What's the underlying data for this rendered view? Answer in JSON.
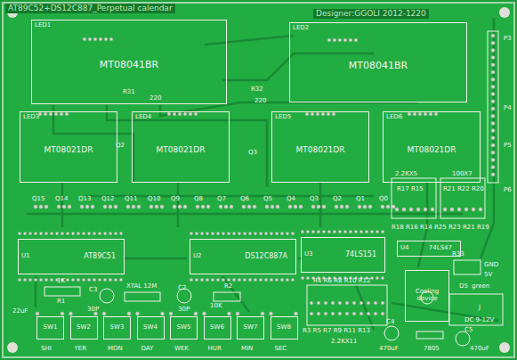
{
  "diagram": {
    "title": "AT89C52+DS12C887_Perpetual calendar",
    "nodes": [
      {
        "text": [
          "LED1",
          "MT08041BR"
        ]
      },
      {
        "text": [
          "LED2",
          "MT08041BR"
        ]
      },
      {
        "text": [
          "LED3",
          "MT08021DR"
        ]
      },
      {
        "text": [
          "LED4",
          "MT08021DR"
        ]
      },
      {
        "text": [
          "LED5",
          "MT08021DR"
        ]
      },
      {
        "text": [
          "LED6",
          "MT08021DR"
        ]
      },
      {
        "text": [
          "U1",
          "AT89C51"
        ]
      },
      {
        "text": [
          "U2",
          "DS12C887A"
        ]
      },
      {
        "text": [
          "U3",
          "74LS151"
        ]
      },
      {
        "text": [
          "U4",
          "74LS47"
        ]
      },
      {
        "text": [
          "Cooling device"
        ]
      },
      {
        "text": [
          "SW1"
        ]
      },
      {
        "text": [
          "SW2"
        ]
      },
      {
        "text": [
          "SW3"
        ]
      },
      {
        "text": [
          "SW4"
        ]
      },
      {
        "text": [
          "SW5"
        ]
      },
      {
        "text": [
          "SW6"
        ]
      },
      {
        "text": [
          "SW7"
        ]
      },
      {
        "text": [
          "SW8"
        ]
      }
    ],
    "labels": [
      "Designer:GGOLI 2012-1220",
      "R31",
      "220",
      "R32",
      "220",
      "Q2",
      "Q3",
      "Q15",
      "Q14",
      "Q13",
      "Q12",
      "Q11",
      "Q10",
      "Q9",
      "Q8",
      "Q7",
      "Q6",
      "Q5",
      "Q4",
      "Q3",
      "Q2",
      "Q1",
      "Q0",
      "2.2KX5",
      "R17 R15",
      "100X7",
      "R21 R22 R20",
      "R18 R16 R14 R25 R23 R21 R19",
      "R33",
      "P3",
      "P4",
      "P5",
      "P6",
      "GND",
      "5V",
      "D5",
      "green",
      "22uF",
      "1K",
      "R1",
      "C3",
      "30P",
      "XTAL 12M",
      "C2",
      "30P",
      "R2",
      "10K",
      "R4 R6 R8 R10 R12",
      "R3 R5 R7 R9 R11 R13",
      "2.2KX11",
      "C4",
      "470uF",
      "C5",
      "470uF",
      "7805",
      "DC 9-12V",
      "J",
      "SHI",
      "YER",
      "MON",
      "DAY",
      "WEK",
      "HUR",
      "MIN",
      "SEC"
    ]
  }
}
